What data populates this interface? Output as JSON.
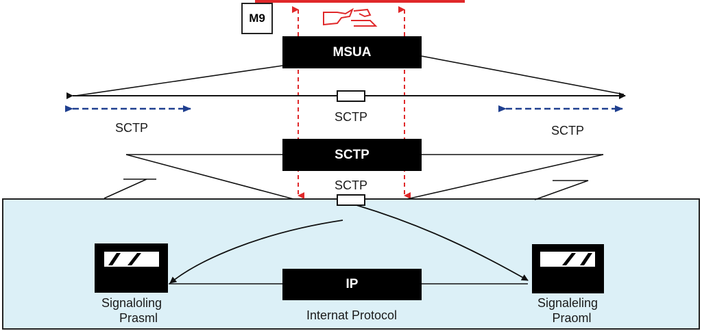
{
  "diagram": {
    "tag_label": "M9",
    "layers": {
      "msua": "MSUA",
      "sctp_box": "SCTP",
      "ip": "IP"
    },
    "labels": {
      "sctp_top_center": "SCTP",
      "sctp_left": "SCTP",
      "sctp_right": "SCTP",
      "sctp_lower_center": "SCTP",
      "ip_caption": "Internat Protocol"
    },
    "endpoints": {
      "left": {
        "line1": "Signaloling",
        "line2": "Prasml"
      },
      "right": {
        "line1": "Signaleling",
        "line2": "Praoml"
      }
    }
  },
  "colors": {
    "network_fill": "#dcf0f7",
    "accent_red": "#e0282a",
    "dashed_blue": "#1f3f8f",
    "line": "#111111"
  }
}
